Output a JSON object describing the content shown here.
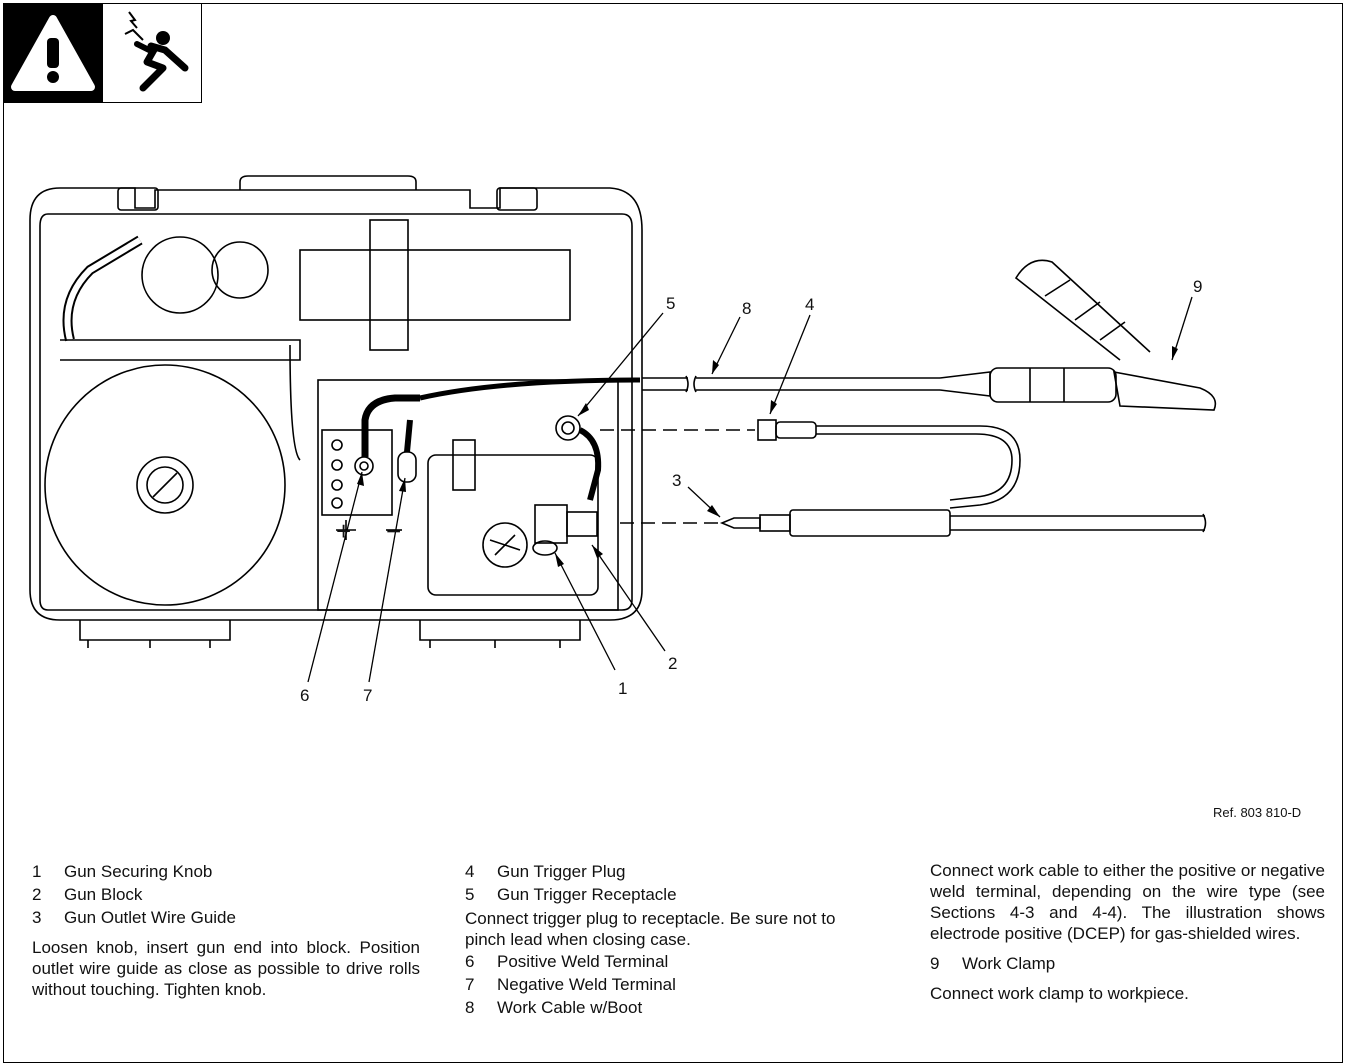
{
  "callouts": {
    "c1": "1",
    "c2": "2",
    "c3": "3",
    "c4": "4",
    "c5": "5",
    "c6": "6",
    "c7": "7",
    "c8": "8",
    "c9": "9"
  },
  "polarity": {
    "plus": "+",
    "minus": "−"
  },
  "reference": "Ref. 803 810-D",
  "col1": {
    "items": [
      {
        "num": "1",
        "label": "Gun Securing Knob"
      },
      {
        "num": "2",
        "label": "Gun Block"
      },
      {
        "num": "3",
        "label": "Gun Outlet Wire Guide"
      }
    ],
    "paragraph": "Loosen knob, insert gun end into block. Position outlet wire guide as close as possible to drive rolls without touching. Tighten knob."
  },
  "col2": {
    "items_a": [
      {
        "num": "4",
        "label": "Gun Trigger Plug"
      },
      {
        "num": "5",
        "label": "Gun Trigger Receptacle"
      }
    ],
    "paragraph": "Connect trigger plug to receptacle. Be sure not to pinch lead when closing case.",
    "items_b": [
      {
        "num": "6",
        "label": "Positive Weld Terminal"
      },
      {
        "num": "7",
        "label": "Negative Weld Terminal"
      },
      {
        "num": "8",
        "label": "Work Cable w/Boot"
      }
    ]
  },
  "col3": {
    "paragraph1": "Connect work cable to either the positive or negative weld terminal, depending on the wire type (see Sections 4-3 and 4-4). The illustration shows electrode positive (DCEP) for gas-shielded wires.",
    "items": [
      {
        "num": "9",
        "label": "Work Clamp"
      }
    ],
    "paragraph2": "Connect work clamp to workpiece."
  },
  "icons": [
    "warning-triangle-icon",
    "electric-shock-icon"
  ]
}
